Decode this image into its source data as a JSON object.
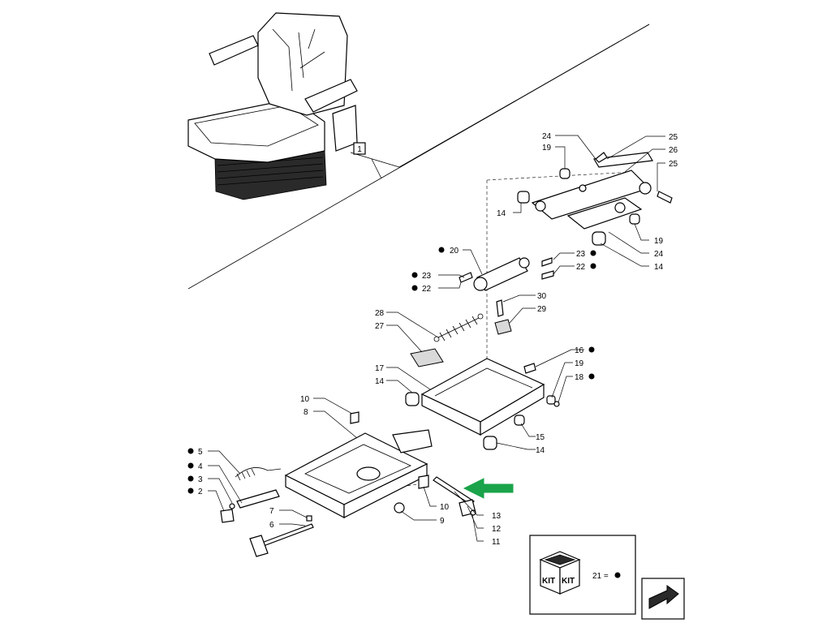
{
  "ref_box_label": "1",
  "kit_legend": {
    "kit_word_left": "KIT",
    "kit_word_right": "KIT",
    "equation": "21 ="
  },
  "callouts": {
    "c24a": "24",
    "c19a": "19",
    "c25a": "25",
    "c26": "26",
    "c25b": "25",
    "c14a": "14",
    "c19b": "19",
    "c24b": "24",
    "c14b": "14",
    "c20": "20",
    "c23a": "23",
    "c22a": "22",
    "c23b": "23",
    "c22b": "22",
    "c30": "30",
    "c29": "29",
    "c28": "28",
    "c27": "27",
    "c16": "16",
    "c19c": "19",
    "c18": "18",
    "c17": "17",
    "c14c": "14",
    "c15": "15",
    "c14d": "14",
    "c10a": "10",
    "c8": "8",
    "c5": "5",
    "c4": "4",
    "c3": "3",
    "c2": "2",
    "c7": "7",
    "c6": "6",
    "c10b": "10",
    "c9": "9",
    "c13": "13",
    "c12": "12",
    "c11": "11"
  },
  "colors": {
    "highlight_arrow": "#1aa34a",
    "line": "#000000",
    "background": "#ffffff"
  },
  "icons": [
    "seat-assembly-illustration",
    "kit-box-icon",
    "next-page-arrow-icon",
    "highlight-arrow-icon"
  ]
}
